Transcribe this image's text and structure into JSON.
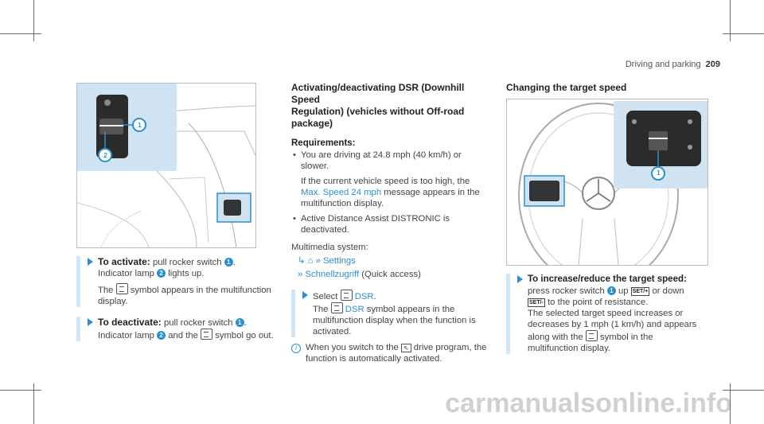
{
  "header": {
    "section": "Driving and parking",
    "page": "209"
  },
  "left_col": {
    "activate_label": "To activate:",
    "activate_text_a": "pull rocker switch",
    "activate_num1": "1",
    "activate_text_b": ".",
    "activate_text_c": "Indicator lamp",
    "activate_num2": "2",
    "activate_text_d": "lights up.",
    "symbol_text_a": "The",
    "symbol_text_b": "symbol appears in the multifunction display.",
    "deactivate_label": "To deactivate:",
    "deactivate_text_a": "pull rocker switch",
    "deactivate_num1": "1",
    "deactivate_text_b": ".",
    "deactivate_text_c": "Indicator lamp",
    "deactivate_num2": "2",
    "deactivate_text_d": "and the",
    "deactivate_text_e": "symbol go out."
  },
  "figure_left": {
    "callout1": "1",
    "callout2": "2"
  },
  "mid_col": {
    "title_line1": "Activating/deactivating DSR (Downhill Speed",
    "title_line2": "Regulation) (vehicles without Off-road package)",
    "req_label": "Requirements:",
    "req1_line1": "You are driving at 24.8 mph (40 km/h) or",
    "req1_line2": "slower.",
    "req1_sub_a": "If the current vehicle speed is too high, the",
    "req1_sub_blue": "Max. Speed 24 mph",
    "req1_sub_b": "message appears in the multifunction display.",
    "req2": "Active Distance Assist DISTRONIC is deactivated.",
    "multimedia": "Multimedia system:",
    "nav_settings": "Settings",
    "nav_quick": "Schnellzugriff",
    "nav_quick_suffix": "(Quick access)",
    "select_a": "Select",
    "select_blue": "DSR",
    "select_b": ".",
    "the": "The",
    "dsr_blue": "DSR",
    "dsr_text": "symbol appears in the multifunction display when the function is activated.",
    "info_a": "When you switch to the",
    "info_b": "drive program, the function is automatically activated."
  },
  "right_col": {
    "title": "Changing the target speed",
    "step_label": "To increase/reduce the target speed:",
    "step_a": "press rocker switch",
    "step_num": "1",
    "step_b": "up",
    "step_key": "SET/+",
    "step_c": "or down",
    "step_key2": "SET/-",
    "step_d": "to the point of resistance.",
    "step_e": "The selected target speed increases or decreases by 1 mph (1 km/h) and appears along with the",
    "step_f": "symbol in the multifunction display."
  },
  "figure_right": {
    "callout1": "1"
  },
  "watermark": "carmanualsonline.info"
}
